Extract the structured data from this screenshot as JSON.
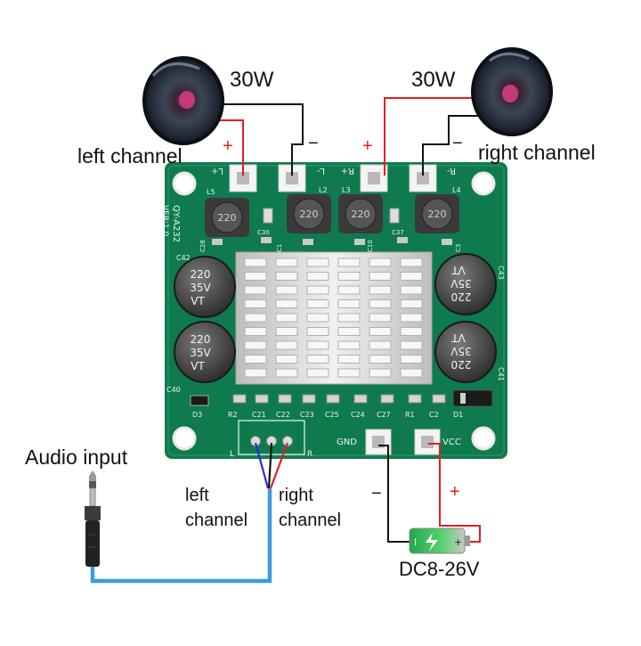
{
  "labels": {
    "power_left": "30W",
    "power_right": "30W",
    "left_channel": "left channel",
    "right_channel": "right channel",
    "audio_input": "Audio input",
    "input_left": [
      "left",
      "channel"
    ],
    "input_right": [
      "right",
      "channel"
    ],
    "supply": "DC8-26V",
    "plus": "+",
    "minus": "−"
  },
  "board": {
    "model": "QY-A232",
    "version": "VER:1.0",
    "terminals": [
      "L+",
      "L-",
      "R+",
      "R-"
    ],
    "gnd": "GND",
    "vcc": "VCC",
    "input_pins": [
      "L",
      "R"
    ],
    "inductor_value": "220",
    "cap_lines": [
      "220",
      "35V",
      "VT"
    ],
    "inductors": [
      "L5",
      "L2",
      "L3",
      "L4"
    ],
    "components_top": [
      "C28",
      "C30",
      "C1",
      "C10",
      "C37",
      "C3"
    ],
    "components_side": [
      "C42",
      "C43",
      "C40",
      "C41"
    ],
    "components_bottom": [
      "D3",
      "R2",
      "C21",
      "C22",
      "C23",
      "C25",
      "C24",
      "C27",
      "R1",
      "C2",
      "D1"
    ]
  },
  "colors": {
    "pcb": "#0f7a4e",
    "pcb_dark": "#0b5e3a",
    "wire_red": "#e02020",
    "wire_black": "#111111",
    "wire_blue": "#3d9be0",
    "heatsink": "#dcdcdc"
  }
}
